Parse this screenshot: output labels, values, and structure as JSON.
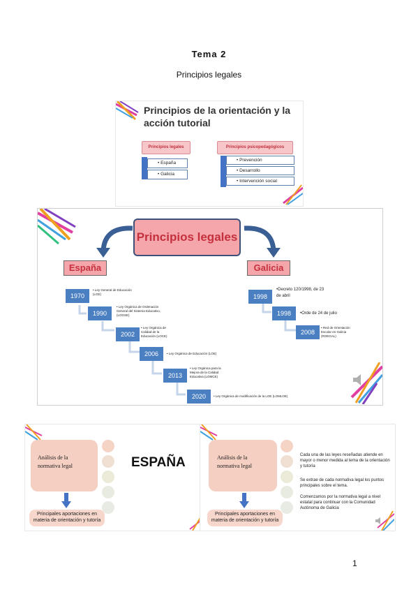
{
  "document": {
    "title": "Tema 2",
    "subtitle": "Principios legales",
    "page_number": "1"
  },
  "slide1": {
    "title": "Principios de la orientación y la acción tutorial",
    "left_header": "Principios legales",
    "left_items": [
      "España",
      "Galicia"
    ],
    "right_header": "Principios psicopedagógicos",
    "right_items": [
      "Prevención",
      "Desarrollo",
      "Intervención social"
    ]
  },
  "slide2": {
    "title": "Principios legales",
    "spain": {
      "label": "España",
      "entries": [
        {
          "year": "1970",
          "law": "Ley General de Educación (LGE)"
        },
        {
          "year": "1990",
          "law": "Ley Orgánica de Ordenación General del Sistema Educativo, (LOGSE)"
        },
        {
          "year": "2002",
          "law": "Ley Orgánica de Calidad de la Educación (LOCE)"
        },
        {
          "year": "2006",
          "law": "Ley Orgánica de Educación (LOE)"
        },
        {
          "year": "2013",
          "law": "Ley Orgánica para la Mejora de la Calidad Educativa (LOMCE)"
        },
        {
          "year": "2020",
          "law": "Ley Orgánica de modificación de la LOE (LOMLOE)"
        }
      ]
    },
    "galicia": {
      "label": "Galicia",
      "entries": [
        {
          "year": "1998",
          "law": "Decreto 120/1998, de 23 de abril"
        },
        {
          "year": "1998",
          "law": "Orde de 24 de julio"
        },
        {
          "year": "2008",
          "law": "Red de Orientación Escolar en Galicia (ROEGAL)"
        }
      ]
    }
  },
  "slide3": {
    "analysis": "Análisis de la normativa legal",
    "heading": "ESPAÑA",
    "aportaciones": "Principales aportaciones en materia de orientación y tutoría"
  },
  "slide4": {
    "analysis": "Análisis de la normativa legal",
    "aportaciones": "Principales aportaciones en materia de orientación y tutoría",
    "paragraphs": [
      "Cada una de las leyes reseñadas atiende en mayor o menor medida al tema de la orientación y tutoría",
      "Se extrae de cada normativa legal los puntos principales sobre el tema.",
      "Comenzamos por la normativa legal a nivel estatal para continuar con la Comunidad Autónoma de Galicia"
    ]
  },
  "colors": {
    "accent_blue": "#4a7fc1",
    "pink": "#f4a6aa",
    "red_text": "#c5303e"
  }
}
